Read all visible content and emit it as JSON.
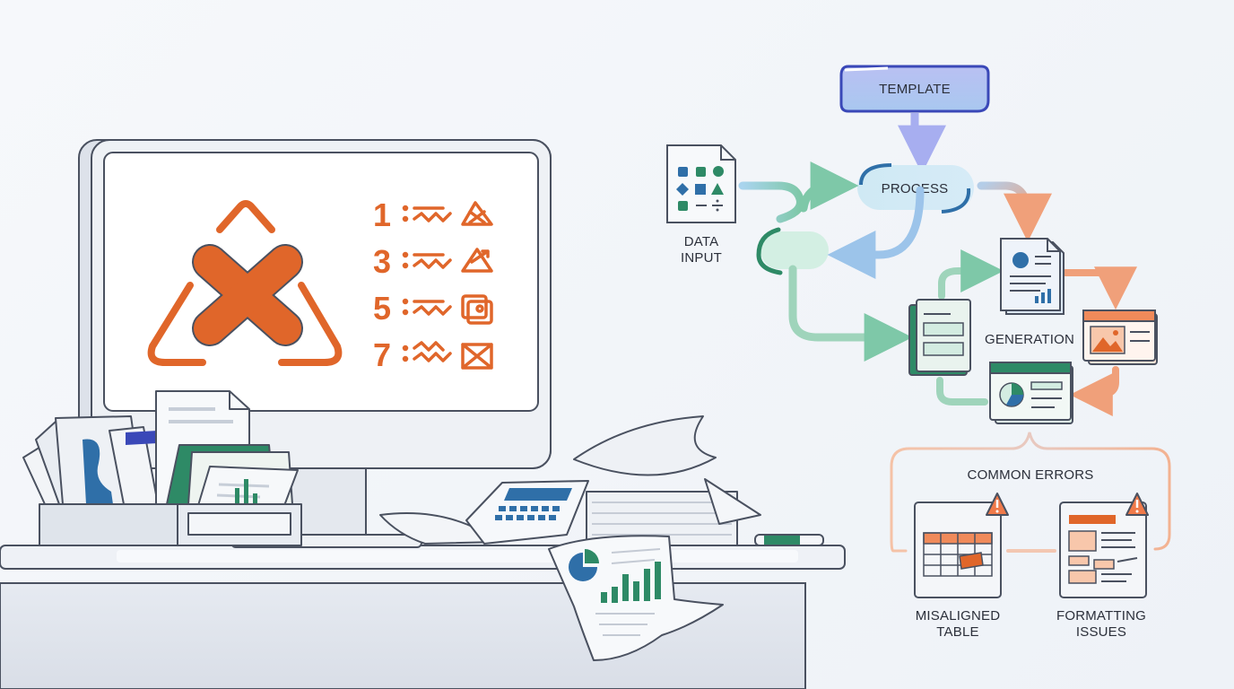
{
  "diagram": {
    "template_label": "TEMPLATE",
    "process_label": "PROCESS",
    "data_input_line1": "DATA",
    "data_input_line2": "INPUT",
    "generation_label": "GENERATION",
    "common_errors_label": "COMMON ERRORS",
    "misaligned_line1": "MISALIGNED",
    "misaligned_line2": "TABLE",
    "formatting_line1": "FORMATTING",
    "formatting_line2": "ISSUES"
  },
  "monitor": {
    "numbers": [
      "1",
      "3",
      "5",
      "7"
    ]
  },
  "colors": {
    "orange": "#e0662a",
    "green": "#2e8a66",
    "blue": "#2f6fa8",
    "navy": "#3a48b8",
    "outline": "#4a5160"
  }
}
